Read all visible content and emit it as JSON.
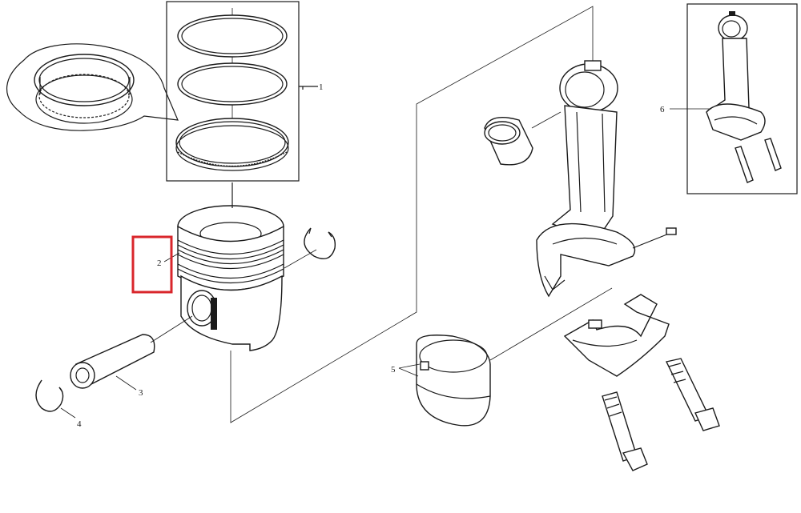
{
  "labels": {
    "piston_rings": "1",
    "piston": "2",
    "piston_pin": "3",
    "snap_ring": "4",
    "bearing_shells": "5",
    "connecting_rod_assembly": "6"
  },
  "highlight_color": "#d9262b"
}
